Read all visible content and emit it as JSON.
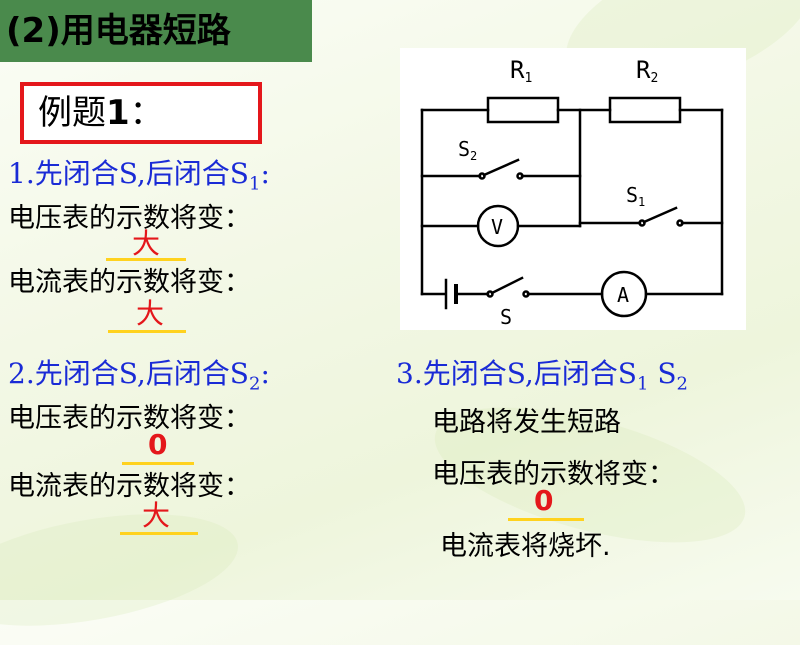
{
  "title": "(2)用电器短路",
  "example_label": "例题",
  "example_number": "1",
  "example_colon": "：",
  "q1": {
    "prefix": "1.先闭合S,后闭合S",
    "sub": "1",
    "suffix": ":",
    "voltmeter_text": "电压表的示数将变：",
    "voltmeter_answer": "大",
    "ammeter_text": "电流表的示数将变：",
    "ammeter_answer": "大"
  },
  "q2": {
    "prefix": "2.先闭合S,后闭合S",
    "sub": "2",
    "suffix": ":",
    "voltmeter_text": "电压表的示数将变：",
    "voltmeter_answer": "0",
    "ammeter_text": "电流表的示数将变：",
    "ammeter_answer": "大"
  },
  "q3": {
    "prefix": "3.先闭合S,后闭合S",
    "sub1": "1",
    "mid": " S",
    "sub2": "2",
    "short_text": "电路将发生短路",
    "voltmeter_text": "电压表的示数将变：",
    "voltmeter_answer": "0",
    "ammeter_text": "电流表将烧坏."
  },
  "circuit": {
    "r1_label": "R",
    "r1_sub": "1",
    "r2_label": "R",
    "r2_sub": "2",
    "s2_label": "S",
    "s2_sub": "2",
    "s1_label": "S",
    "s1_sub": "1",
    "s_label": "S",
    "voltmeter_symbol": "V",
    "ammeter_symbol": "A"
  }
}
